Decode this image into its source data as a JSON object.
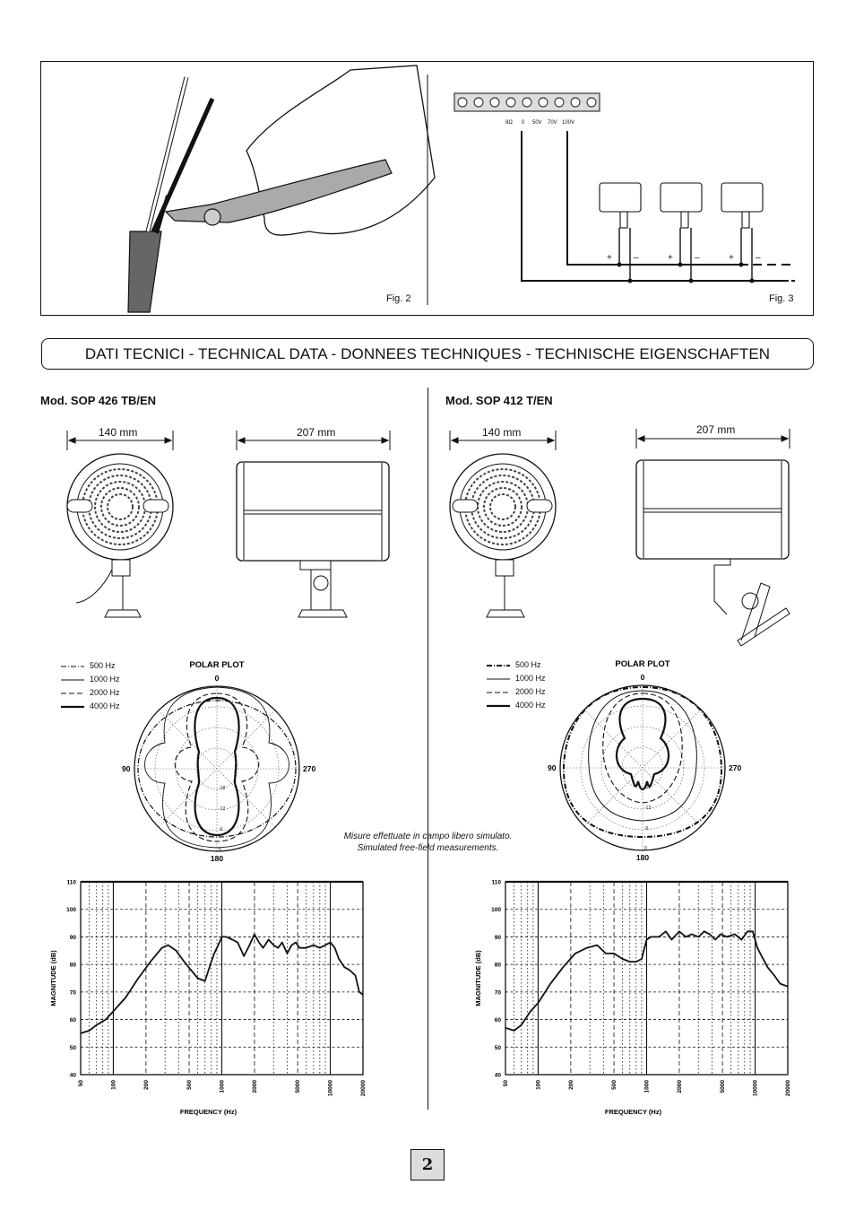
{
  "figures": {
    "fig2_caption": "Fig. 2",
    "fig3_caption": "Fig. 3",
    "terminals": [
      "8Ω",
      "0",
      "50V",
      "70V",
      "100V"
    ]
  },
  "section_title": "DATI TECNICI - TECHNICAL DATA - DONNEES TECHNIQUES - TECHNISCHE EIGENSCHAFTEN",
  "left_model": {
    "title": "Mod. SOP 426 TB/EN",
    "front_dim": "140 mm",
    "side_dim": "207 mm"
  },
  "right_model": {
    "title": "Mod. SOP 412 T/EN",
    "front_dim": "140 mm",
    "side_dim": "207 mm"
  },
  "polar": {
    "title": "POLAR PLOT",
    "angle_0": "0",
    "angle_90": "90",
    "angle_180": "180",
    "angle_270": "270",
    "legend": [
      "500 Hz",
      "1000 Hz",
      "2000 Hz",
      "4000 Hz"
    ],
    "ring_labels": [
      "-18",
      "-12",
      "-6",
      "0"
    ]
  },
  "note": {
    "it": "Misure effettuate in campo libero simulato.",
    "en": "Simulated free-field measurements."
  },
  "chart_data": [
    {
      "type": "line",
      "title": "",
      "xlabel": "FREQUENCY (Hz)",
      "ylabel": "MAGNITUDE (dB)",
      "xscale": "log",
      "xlim": [
        50,
        20000
      ],
      "ylim": [
        40,
        110
      ],
      "xticks": [
        "50",
        "100",
        "200",
        "500",
        "1000",
        "2000",
        "5000",
        "10000",
        "20000"
      ],
      "yticks": [
        "40",
        "50",
        "60",
        "70",
        "80",
        "90",
        "100",
        "110"
      ],
      "x": [
        50,
        60,
        70,
        85,
        100,
        130,
        170,
        220,
        280,
        320,
        380,
        450,
        520,
        600,
        700,
        800,
        850,
        900,
        950,
        1000,
        1100,
        1250,
        1400,
        1600,
        1800,
        2000,
        2200,
        2400,
        2700,
        3000,
        3300,
        3600,
        4000,
        4400,
        4800,
        5200,
        6000,
        7000,
        8000,
        9000,
        10000,
        11000,
        12000,
        13500,
        15000,
        17000,
        18500,
        20000
      ],
      "values": [
        55,
        56,
        58,
        60,
        63,
        68,
        75,
        81,
        86,
        87,
        85,
        81,
        78,
        75,
        74,
        81,
        84,
        86,
        88,
        90,
        90,
        89,
        88,
        83,
        87,
        91,
        88,
        86,
        89,
        87,
        86,
        88,
        84,
        87,
        88,
        86,
        86,
        87,
        86,
        87,
        88,
        86,
        82,
        79,
        78,
        76,
        70,
        69
      ]
    },
    {
      "type": "line",
      "title": "",
      "xlabel": "FREQUENCY (Hz)",
      "ylabel": "MAGNITUDE (dB)",
      "xscale": "log",
      "xlim": [
        50,
        20000
      ],
      "ylim": [
        40,
        110
      ],
      "xticks": [
        "50",
        "100",
        "200",
        "500",
        "1000",
        "2000",
        "5000",
        "10000",
        "20000"
      ],
      "yticks": [
        "40",
        "50",
        "60",
        "70",
        "80",
        "90",
        "100",
        "110"
      ],
      "x": [
        50,
        60,
        70,
        85,
        100,
        130,
        170,
        220,
        280,
        350,
        420,
        500,
        600,
        700,
        800,
        900,
        1000,
        1100,
        1300,
        1500,
        1700,
        2000,
        2300,
        2600,
        3000,
        3400,
        3800,
        4300,
        4800,
        5500,
        6500,
        7500,
        8500,
        9500,
        10500,
        11500,
        13000,
        15000,
        17000,
        20000
      ],
      "values": [
        57,
        56,
        58,
        63,
        66,
        73,
        79,
        84,
        86,
        87,
        84,
        84,
        82,
        81,
        81,
        82,
        89,
        90,
        90,
        92,
        89,
        92,
        90,
        91,
        90,
        92,
        91,
        89,
        91,
        90,
        91,
        89,
        92,
        92,
        86,
        83,
        79,
        76,
        73,
        72
      ]
    }
  ]
}
